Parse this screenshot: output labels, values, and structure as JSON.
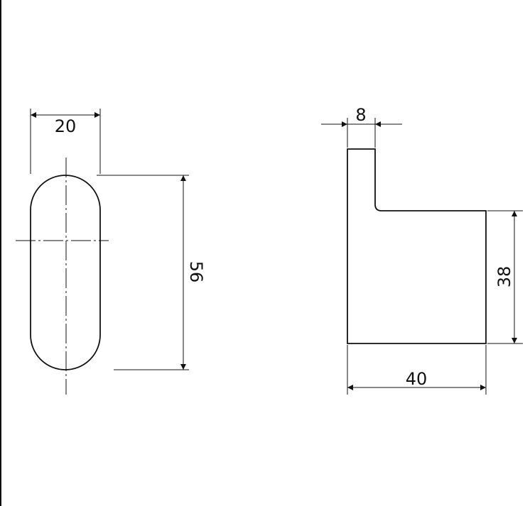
{
  "dimensions": {
    "front_width": "20",
    "front_height": "56",
    "side_thickness": "8",
    "side_height": "38",
    "side_width": "40"
  },
  "colors": {
    "line": "#111111",
    "background": "#ffffff"
  }
}
